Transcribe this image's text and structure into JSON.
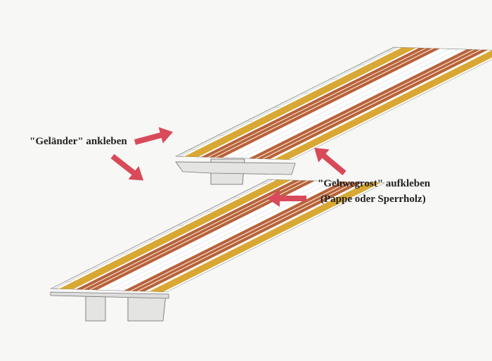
{
  "labels": {
    "railing": "\"Geländer\" ankleben",
    "walkway_line1": "\"Gehwegrost\" aufkleben",
    "walkway_line2": "(Pappe oder Sperrholz)"
  },
  "colors": {
    "arrow": "#d84a5a",
    "walkway": "#d9a834",
    "track": "#b8623a",
    "deck": "#ffffff",
    "pier": "#e4e4e2"
  }
}
